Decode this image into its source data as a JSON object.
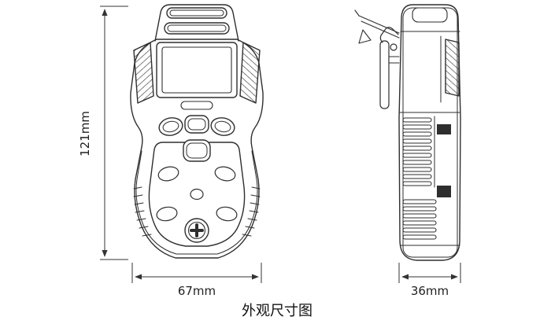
{
  "title": "外观尺寸图",
  "dimensions": {
    "height_label": "121mm",
    "front_width_label": "67mm",
    "side_depth_label": "36mm"
  },
  "views": {
    "front_view": "gas-detector-front-view",
    "side_view": "gas-detector-side-view"
  },
  "colors": {
    "line": "#2e2e2e",
    "dimension": "#333333",
    "text": "#1f1f1f",
    "background": "#ffffff"
  }
}
